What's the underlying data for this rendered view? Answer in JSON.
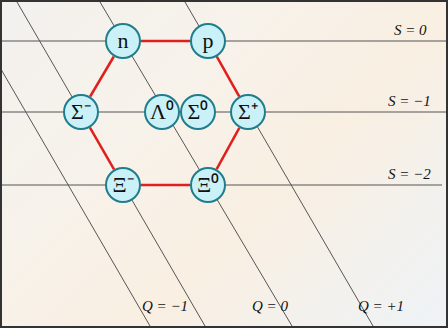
{
  "diagram": {
    "nodes": [
      {
        "text": [
          "n"
        ]
      },
      {
        "text": [
          "p"
        ]
      },
      {
        "text": [
          "Σ⁻"
        ]
      },
      {
        "text": [
          "Λ⁰"
        ]
      },
      {
        "text": [
          "Σ⁰"
        ]
      },
      {
        "text": [
          "Σ⁺"
        ]
      },
      {
        "text": [
          "Ξ⁻"
        ]
      },
      {
        "text": [
          "Ξ⁰"
        ]
      }
    ],
    "edges": [
      {
        "from": 0,
        "to": 1,
        "arrow": "none"
      },
      {
        "from": 1,
        "to": 5,
        "arrow": "none"
      },
      {
        "from": 5,
        "to": 7,
        "arrow": "none"
      },
      {
        "from": 7,
        "to": 6,
        "arrow": "none"
      },
      {
        "from": 6,
        "to": 2,
        "arrow": "none"
      },
      {
        "from": 2,
        "to": 0,
        "arrow": "none"
      }
    ],
    "labels": [
      "S = 0",
      "S = −1",
      "S = −2",
      "Q = −1",
      "Q = 0",
      "Q = +1"
    ]
  }
}
